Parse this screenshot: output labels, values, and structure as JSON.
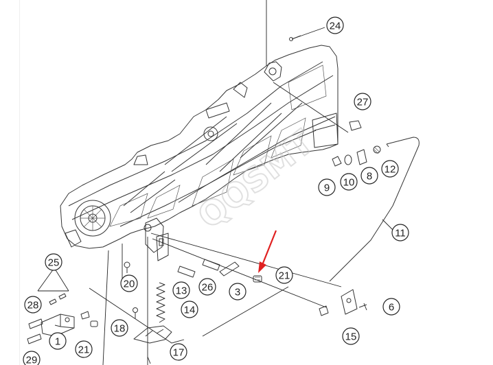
{
  "diagram": {
    "callouts": [
      {
        "id": "c24",
        "label": "24"
      },
      {
        "id": "c27",
        "label": "27"
      },
      {
        "id": "c9",
        "label": "9"
      },
      {
        "id": "c10",
        "label": "10"
      },
      {
        "id": "c8",
        "label": "8"
      },
      {
        "id": "c12",
        "label": "12"
      },
      {
        "id": "c11",
        "label": "11"
      },
      {
        "id": "c25",
        "label": "25"
      },
      {
        "id": "c20",
        "label": "20"
      },
      {
        "id": "c13",
        "label": "13"
      },
      {
        "id": "c26",
        "label": "26"
      },
      {
        "id": "c3",
        "label": "3"
      },
      {
        "id": "c21a",
        "label": "21"
      },
      {
        "id": "c6",
        "label": "6"
      },
      {
        "id": "c28",
        "label": "28"
      },
      {
        "id": "c14",
        "label": "14"
      },
      {
        "id": "c18",
        "label": "18"
      },
      {
        "id": "c15",
        "label": "15"
      },
      {
        "id": "c1",
        "label": "1"
      },
      {
        "id": "c21b",
        "label": "21"
      },
      {
        "id": "c17",
        "label": "17"
      },
      {
        "id": "c29",
        "label": "29"
      }
    ],
    "watermark": "QQSMT",
    "colors": {
      "line": "#333333",
      "arrow": "#e02020",
      "watermark": "#d9d9d9"
    }
  }
}
